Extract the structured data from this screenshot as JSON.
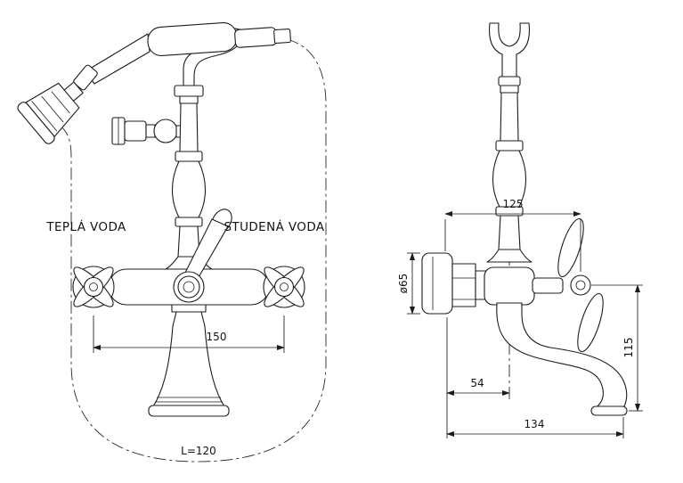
{
  "view_front": {
    "label_hot": "TEPLÁ VODA",
    "label_cold": "STUDENÁ VODA",
    "dim_handle_spacing": "150",
    "dim_hose_length": "L=120"
  },
  "view_side": {
    "dim_width_top": "125",
    "dim_flange_diameter": "ø65",
    "dim_height": "115",
    "dim_wall_offset": "54",
    "dim_spout_reach": "134"
  },
  "colors": {
    "line": "#1c1c1c",
    "background": "#ffffff"
  }
}
